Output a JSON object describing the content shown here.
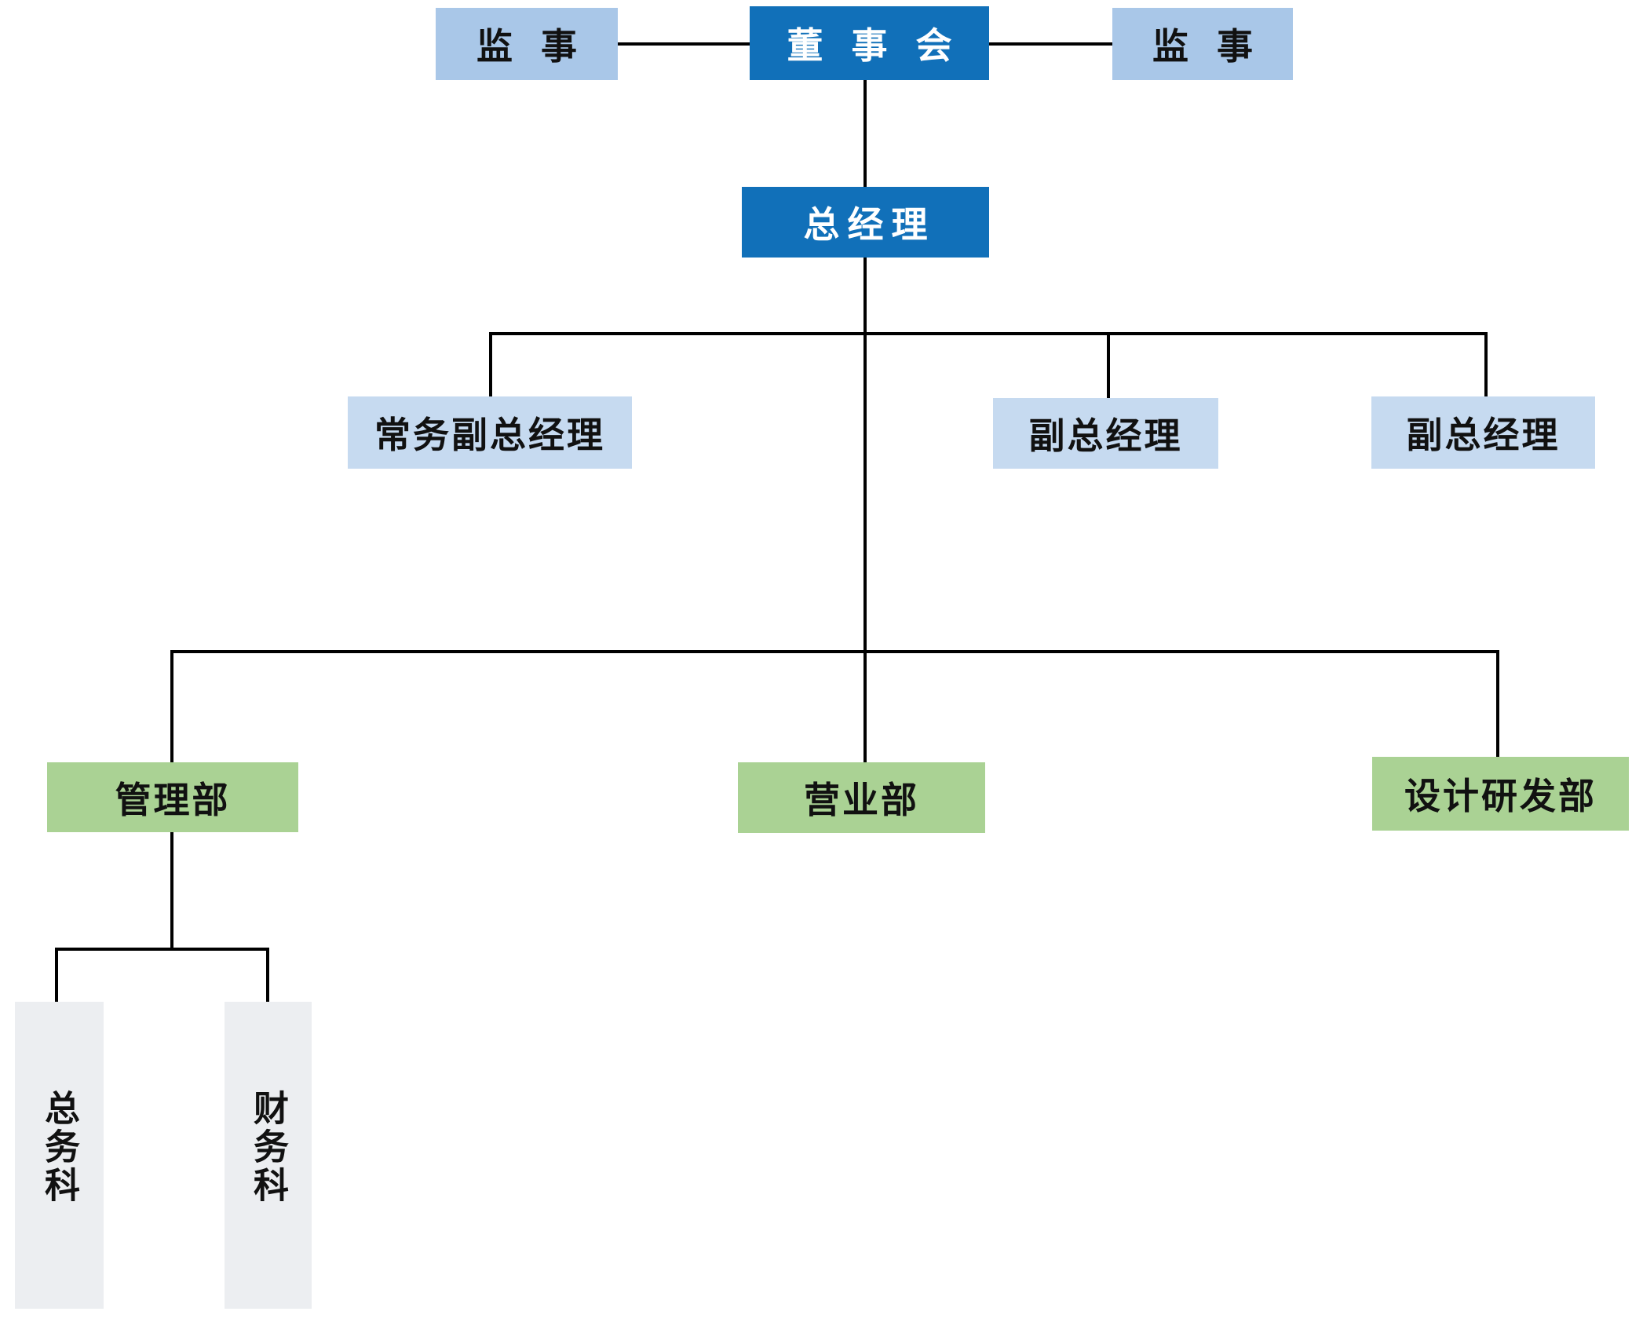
{
  "diagram": {
    "type": "org-chart",
    "nodes": {
      "supervisor_left": {
        "label": "监 事"
      },
      "board_of_directors": {
        "label": "董 事 会"
      },
      "supervisor_right": {
        "label": "监 事"
      },
      "general_manager": {
        "label": "总经理"
      },
      "executive_deputy_general_manager": {
        "label": "常务副总经理"
      },
      "deputy_general_manager_1": {
        "label": "副总经理"
      },
      "deputy_general_manager_2": {
        "label": "副总经理"
      },
      "management_department": {
        "label": "管理部"
      },
      "business_department": {
        "label": "营业部"
      },
      "design_rd_department": {
        "label": "设计研发部"
      },
      "general_affairs_section": {
        "label": "总务科"
      },
      "finance_section": {
        "label": "财务科"
      }
    },
    "colors": {
      "dark_blue": "#1170b9",
      "light_blue": "#a9c7e8",
      "pale_blue": "#c6daf0",
      "green": "#aad294",
      "gray": "#eceef1",
      "connector": "#000000",
      "text_dark": "#111111",
      "text_light": "#ffffff"
    }
  }
}
